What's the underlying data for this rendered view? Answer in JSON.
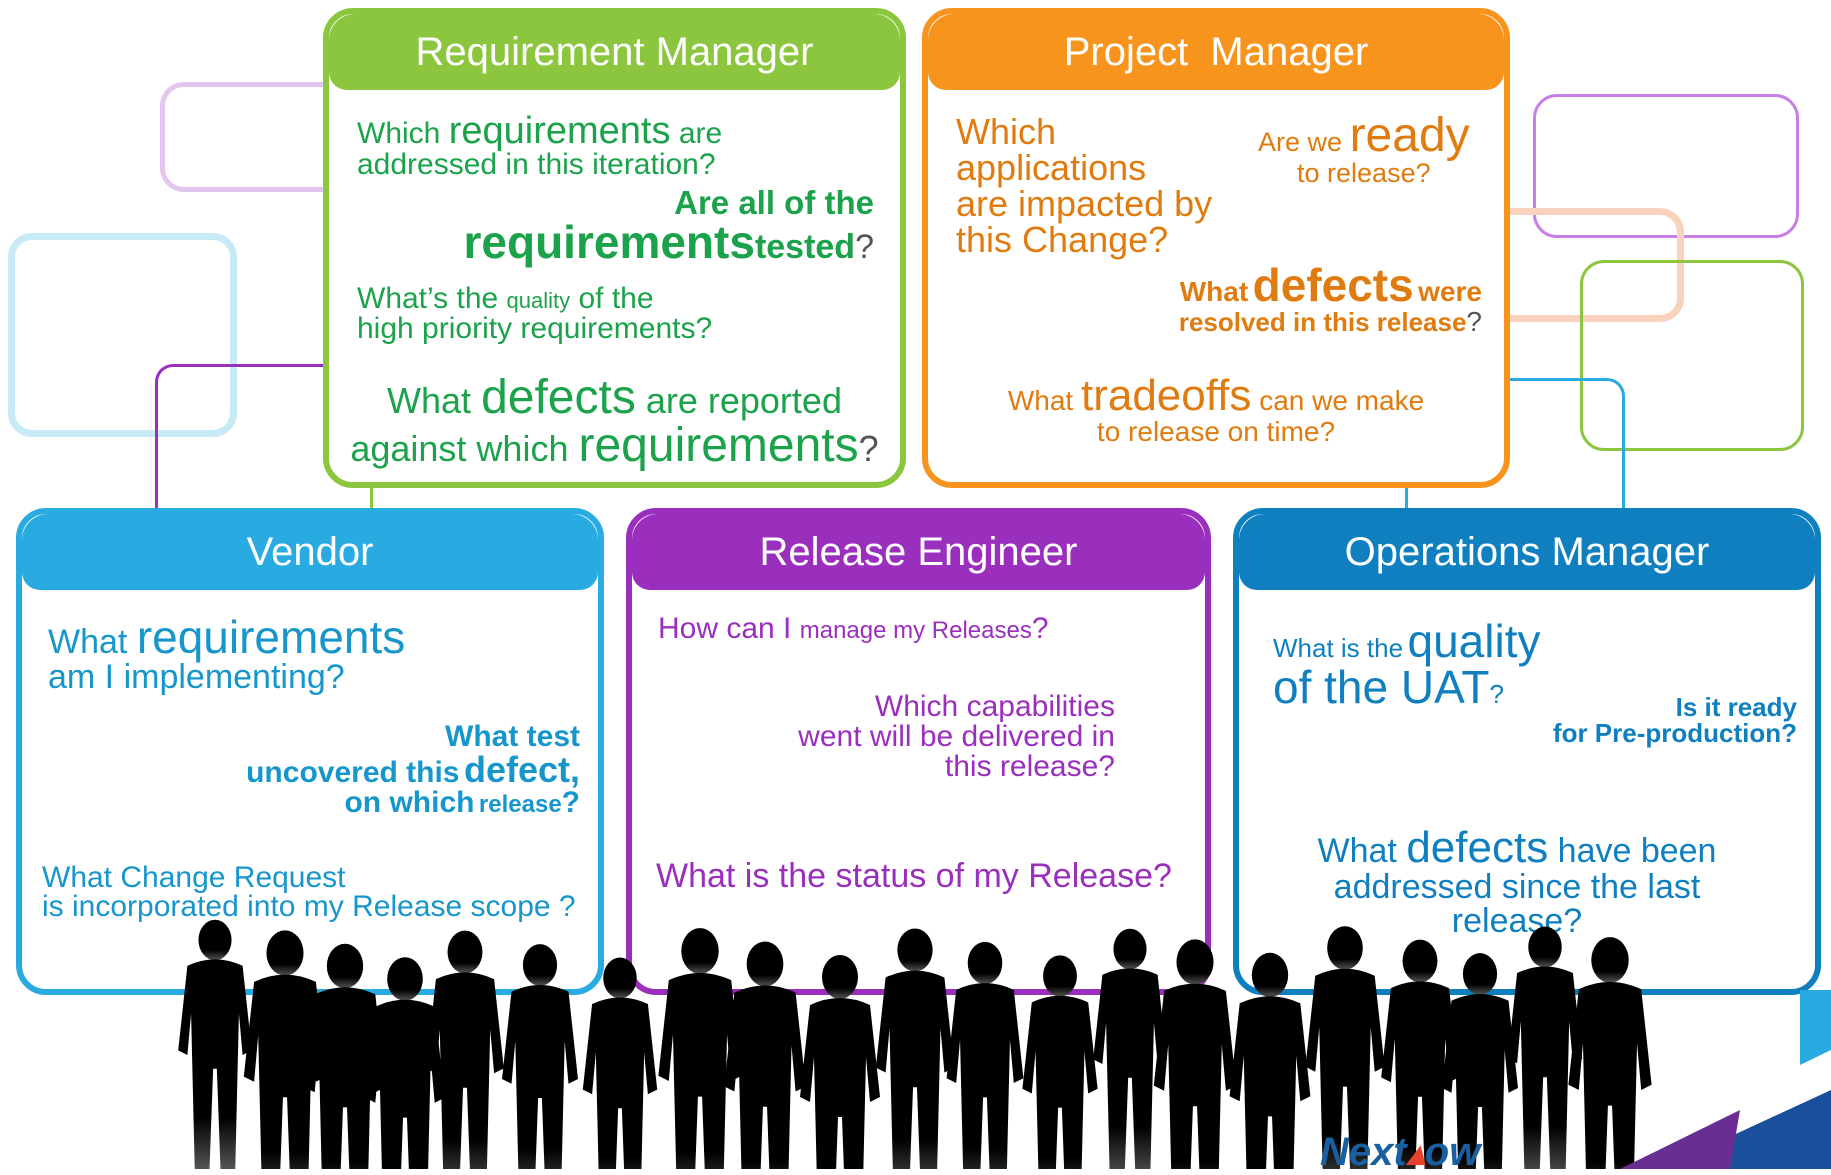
{
  "colors": {
    "green": "#8cc63f",
    "orange": "#f7941d",
    "blue": "#29abe2",
    "purple": "#9b2fbd",
    "darkblue": "#0f7fc0"
  },
  "cards": {
    "requirement_manager": {
      "title": "Requirement Manager",
      "q1a": "Which",
      "q1b": "requirements",
      "q1c": "are",
      "q1d": "addressed in this iteration?",
      "q2a": "Are all of the",
      "q2b": "requirements",
      "q2c": "tested",
      "q2d": "?",
      "q3a": "What’s the",
      "q3b": "quality",
      "q3c": "of the",
      "q3d": "high priority requirements?",
      "q4a": "What",
      "q4b": "defects",
      "q4c": "are reported",
      "q4d": "against which",
      "q4e": "requirements",
      "q4f": "?"
    },
    "project_manager": {
      "title": "Project  Manager",
      "q1": [
        "Which",
        "applications",
        "are impacted by",
        "this Change?"
      ],
      "q2a": "Are we",
      "q2b": "ready",
      "q2c": "to release?",
      "q3a": "What",
      "q3b": "defects",
      "q3c": "were",
      "q3d": "resolved in this release",
      "q3e": "?",
      "q4a": "What",
      "q4b": "tradeoffs",
      "q4c": "can we make",
      "q4d": "to release on time?"
    },
    "vendor": {
      "title": "Vendor",
      "q1a": "What",
      "q1b": "requirements",
      "q1c": "am I implementing?",
      "q2a": "What test",
      "q2b": "uncovered this",
      "q2c": "defect,",
      "q2d": "on which",
      "q2e": "release",
      "q2f": "?",
      "q3a": "What Change Request",
      "q3b": "is incorporated into my Release scope ?"
    },
    "release_engineer": {
      "title": "Release Engineer",
      "q1a": "How can I",
      "q1b": "manage my Releases",
      "q1c": "?",
      "q2": [
        "Which capabilities",
        "went will be delivered in",
        "this release?"
      ],
      "q3": "What is the status of my Release?"
    },
    "operations_manager": {
      "title": "Operations Manager",
      "q1a": "What is the",
      "q1b": "quality",
      "q1c": "of the UAT",
      "q1d": "?",
      "q2a": "Is it ready",
      "q2b": "for Pre-production?",
      "q3a": "What",
      "q3b": "defects",
      "q3c": "have been",
      "q3d": "addressed since the last",
      "q3e": "release?"
    }
  },
  "logo": {
    "text_left": "Next",
    "text_right": "ow"
  }
}
